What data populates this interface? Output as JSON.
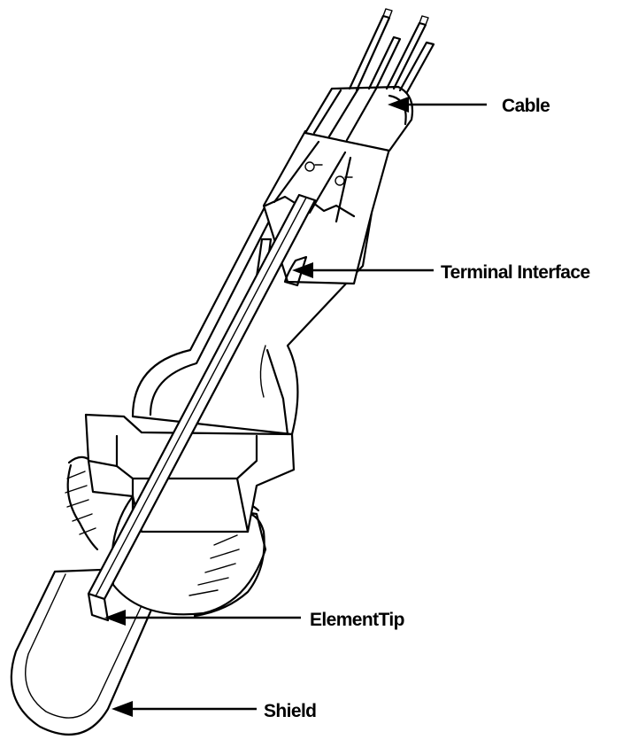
{
  "callouts": [
    {
      "id": "cable",
      "label": "Cable"
    },
    {
      "id": "terminal-interface",
      "label": "Terminal Interface"
    },
    {
      "id": "element-tip",
      "label": "ElementTip"
    },
    {
      "id": "shield",
      "label": "Shield"
    }
  ],
  "colors": {
    "ink": "#000000",
    "background": "#ffffff"
  }
}
